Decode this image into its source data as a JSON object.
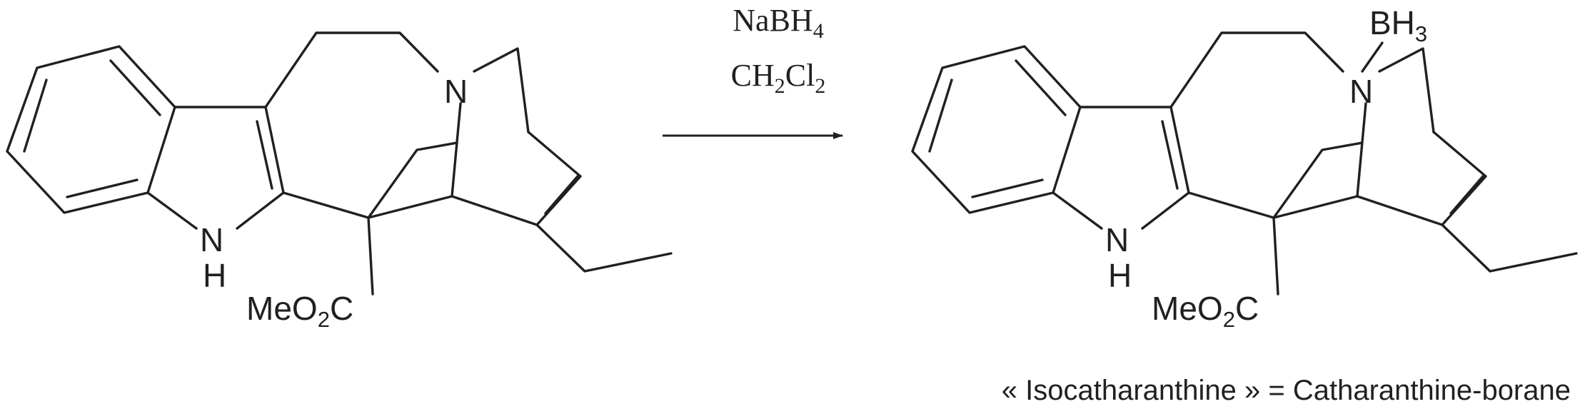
{
  "reaction": {
    "reagent_line1": {
      "main": "NaBH",
      "sub": "4"
    },
    "reagent_line2": {
      "p1": "CH",
      "s1": "2",
      "p2": "Cl",
      "s2": "2"
    }
  },
  "reactant": {
    "nitrogen": "N",
    "indole_nh_n": "N",
    "indole_nh_h": "H",
    "ester": {
      "p1": "MeO",
      "s1": "2",
      "p2": "C"
    }
  },
  "product": {
    "nitrogen": "N",
    "borane": {
      "main": "BH",
      "sub": "3"
    },
    "indole_nh_n": "N",
    "indole_nh_h": "H",
    "ester": {
      "p1": "MeO",
      "s1": "2",
      "p2": "C"
    }
  },
  "caption": "« Isocatharanthine » = Catharanthine-borane",
  "colors": {
    "ink": "#231f20",
    "background": "#ffffff"
  }
}
